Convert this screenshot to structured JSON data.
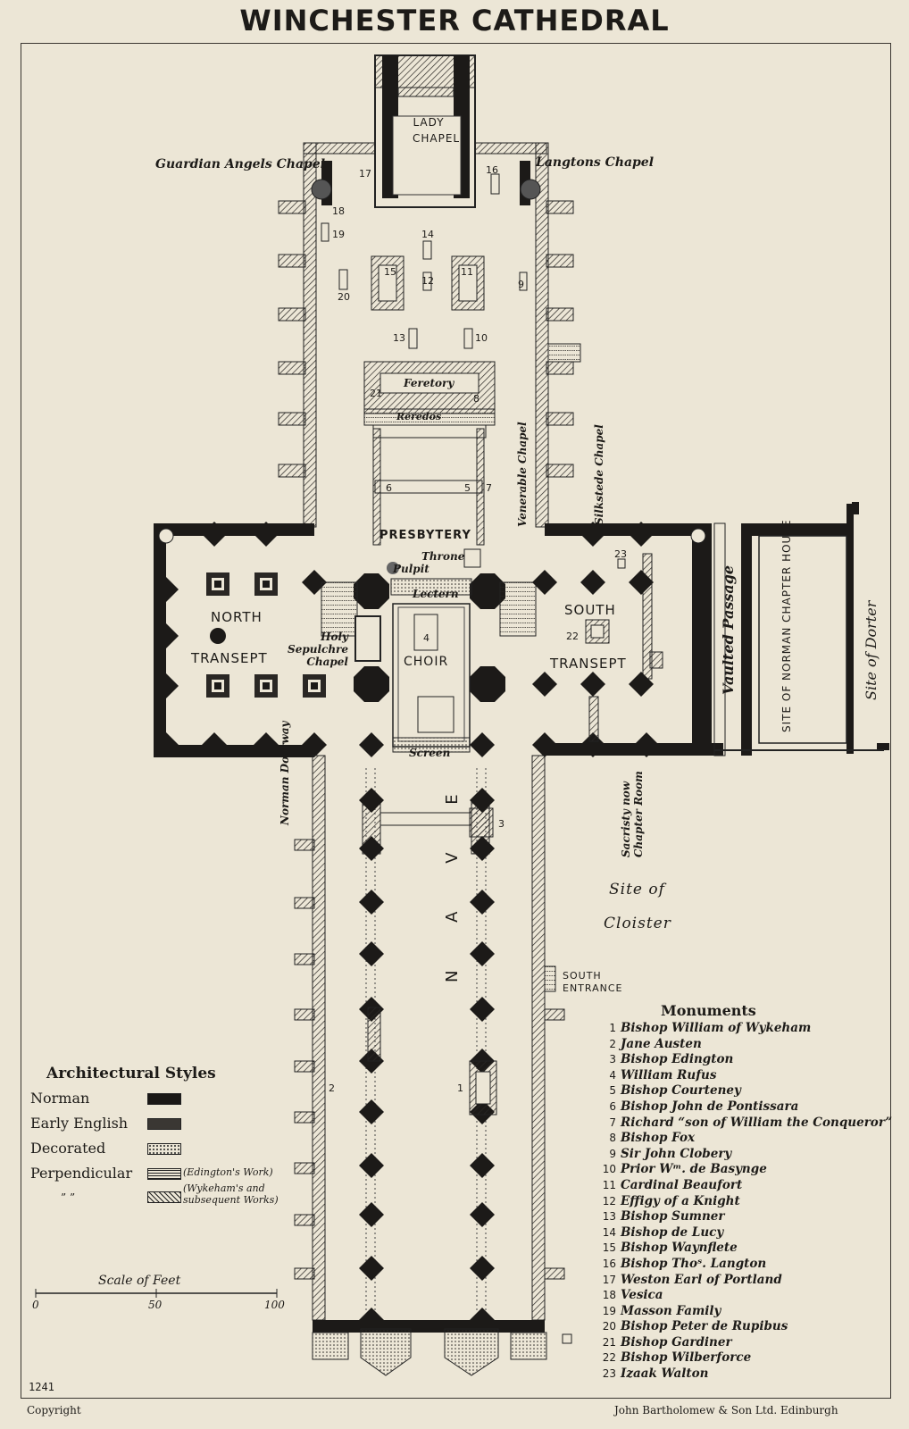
{
  "title": "WINCHESTER CATHEDRAL",
  "colors": {
    "paper": "#ece6d6",
    "ink": "#1d1b18",
    "norman": "#1a1816",
    "early_english": "#4a4743"
  },
  "labels": {
    "lady_chapel": "LADY CHAPEL",
    "guardian_angels": "Guardian Angels Chapel",
    "langtons": "Langtons Chapel",
    "feretory": "Feretory",
    "reredos": "Reredos",
    "presbytery": "PRESBYTERY",
    "throne": "Throne",
    "pulpit": "Pulpit",
    "lectern": "Lectern",
    "choir": "CHOIR",
    "screen": "Screen",
    "north": "NORTH",
    "north_transept": "TRANSEPT",
    "holy_sepulchre": "Holy Sepulchre Chapel",
    "south": "SOUTH",
    "south_transept": "TRANSEPT",
    "venerable": "Venerable Chapel",
    "silkstede": "Silkstede Chapel",
    "vaulted_passage": "Vaulted Passage",
    "site_norman_chapter": "SITE OF NORMAN CHAPTER HOUSE",
    "site_dorter": "Site of Dorter",
    "norman_doorway": "Norman Doorway",
    "sacristy": "Sacristy now Chapter Room",
    "site_cloister_1": "Site of",
    "site_cloister_2": "Cloister",
    "south_entrance_1": "SOUTH",
    "south_entrance_2": "ENTRANCE",
    "nave": "N A V E"
  },
  "plan_numbers": [
    "1",
    "2",
    "3",
    "4",
    "5",
    "6",
    "7",
    "8",
    "9",
    "10",
    "11",
    "12",
    "13",
    "14",
    "15",
    "16",
    "17",
    "18",
    "19",
    "20",
    "21",
    "22",
    "23"
  ],
  "legend": {
    "title": "Architectural Styles",
    "styles": [
      {
        "label": "Norman",
        "note": ""
      },
      {
        "label": "Early English",
        "note": ""
      },
      {
        "label": "Decorated",
        "note": ""
      },
      {
        "label": "Perpendicular",
        "note": "(Edington's Work)"
      },
      {
        "label": "”   ”",
        "note": "(Wykeham's and subsequent Works)"
      }
    ],
    "scale_title": "Scale of Feet",
    "scale_ticks": [
      "0",
      "50",
      "100"
    ]
  },
  "monuments": {
    "title": "Monuments",
    "items": [
      {
        "n": "1",
        "name": "Bishop William of Wykeham"
      },
      {
        "n": "2",
        "name": "Jane Austen"
      },
      {
        "n": "3",
        "name": "Bishop Edington"
      },
      {
        "n": "4",
        "name": "William Rufus"
      },
      {
        "n": "5",
        "name": "Bishop Courteney"
      },
      {
        "n": "6",
        "name": "Bishop John de Pontissara"
      },
      {
        "n": "7",
        "name": "Richard “son of William the Conqueror”"
      },
      {
        "n": "8",
        "name": "Bishop Fox"
      },
      {
        "n": "9",
        "name": "Sir John Clobery"
      },
      {
        "n": "10",
        "name": "Prior Wᵐ. de Basynge"
      },
      {
        "n": "11",
        "name": "Cardinal Beaufort"
      },
      {
        "n": "12",
        "name": "Effigy of a Knight"
      },
      {
        "n": "13",
        "name": "Bishop Sumner"
      },
      {
        "n": "14",
        "name": "Bishop de Lucy"
      },
      {
        "n": "15",
        "name": "Bishop Waynflete"
      },
      {
        "n": "16",
        "name": "Bishop Thoˢ. Langton"
      },
      {
        "n": "17",
        "name": "Weston Earl of Portland"
      },
      {
        "n": "18",
        "name": "Vesica"
      },
      {
        "n": "19",
        "name": "Masson Family"
      },
      {
        "n": "20",
        "name": "Bishop Peter de Rupibus"
      },
      {
        "n": "21",
        "name": "Bishop Gardiner"
      },
      {
        "n": "22",
        "name": "Bishop Wilberforce"
      },
      {
        "n": "23",
        "name": "Izaak Walton"
      }
    ]
  },
  "footer": {
    "plate": "1241",
    "copyright": "Copyright",
    "publisher": "John Bartholomew & Son Ltd. Edinburgh"
  }
}
